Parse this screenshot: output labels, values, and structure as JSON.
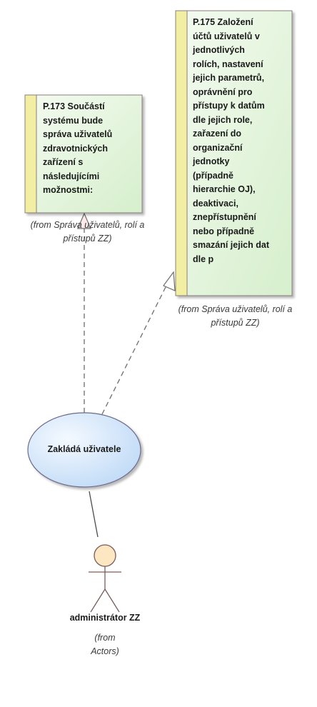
{
  "requirements": [
    {
      "id": "P.173",
      "text": "Součástí\nsystému bude\nspráva uživatelů\nzdravotnických\nzařízení s\nnásledujícími\nmožnostmi:",
      "from_note": "(from Správa uživatelů, rolí a\npřístupů ZZ)"
    },
    {
      "id": "P.175",
      "text": "Založení\núčtů uživatelů v\njednotlivých\nrolích, nastavení\njejich parametrů,\noprávnění pro\npřístupy k datům\ndle jejich role,\nzařazení do\norganizační\njednotky\n(případně\nhierarchie OJ),\ndeaktivaci,\nznepřístupnění\nnebo případně\nsmazání jejich dat\ndle p",
      "from_note": "(from Správa uživatelů, rolí a\npřístupů ZZ)"
    }
  ],
  "use_case": {
    "name": "Zakládá uživatele"
  },
  "actor": {
    "name": "administrátor ZZ",
    "from_note": "(from\nActors)"
  },
  "colors": {
    "note_fill": "#dff3d6",
    "note_border": "#8b7d7d",
    "note_strip": "#f3efa2",
    "usecase_fill": "#cfe4fb",
    "actor_head": "#fde7c2",
    "line": "#6d6d6d",
    "actor_line": "#7a5c5c"
  }
}
